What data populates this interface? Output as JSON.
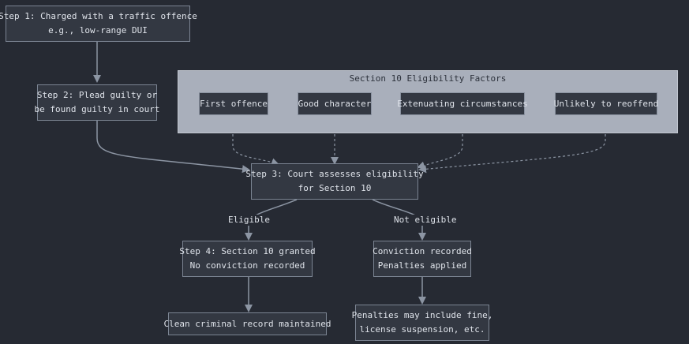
{
  "diagram": {
    "nodes": {
      "step1": {
        "line1": "Step 1: Charged with a traffic offence",
        "line2": "e.g., low-range DUI"
      },
      "step2": {
        "line1": "Step 2: Plead guilty or",
        "line2": "be found guilty in court"
      },
      "step3": {
        "line1": "Step 3: Court assesses eligibility",
        "line2": "for Section 10"
      },
      "step4": {
        "line1": "Step 4: Section 10 granted",
        "line2": "No conviction recorded"
      },
      "clean_record": {
        "line1": "Clean criminal record maintained"
      },
      "conviction": {
        "line1": "Conviction recorded",
        "line2": "Penalties applied"
      },
      "penalties": {
        "line1": "Penalties may include fine,",
        "line2": "license suspension, etc."
      }
    },
    "factors_group": {
      "title": "Section 10 Eligibility Factors",
      "items": [
        "First offence",
        "Good character",
        "Extenuating circumstances",
        "Unlikely to reoffend"
      ]
    },
    "edge_labels": {
      "eligible": "Eligible",
      "not_eligible": "Not eligible"
    },
    "colors": {
      "background": "#262a33",
      "node_fill": "#333842",
      "node_border": "#7b8492",
      "text": "#dfe3ea",
      "cluster_fill": "#a9afbb",
      "edge": "#8c95a3"
    }
  }
}
